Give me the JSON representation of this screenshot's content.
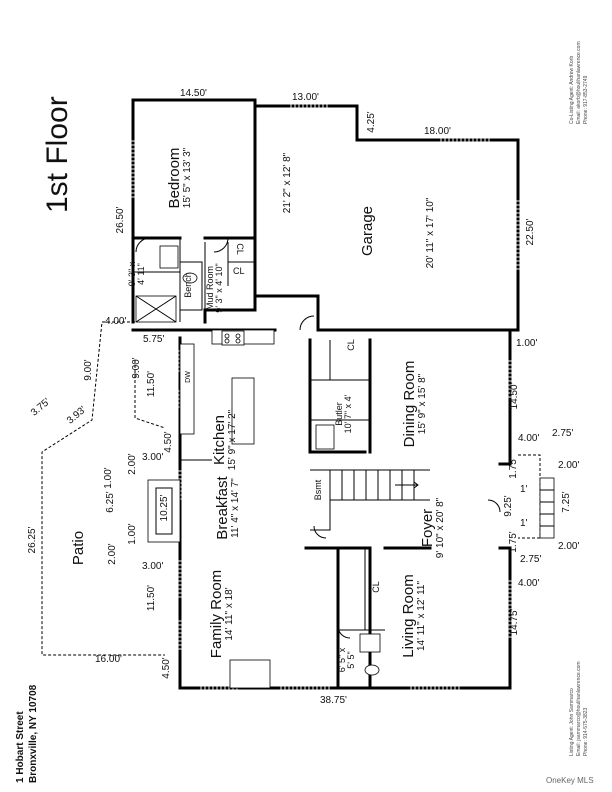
{
  "title": "1st Floor",
  "address": {
    "line1": "1 Hobart Street",
    "line2": "Bronxville, NY 10708"
  },
  "agents": {
    "top": {
      "line1": "Co-Listing Agent: Andrew Korb",
      "line2": "Email: akorb@houlihanlawrence.com",
      "line3": "Phone: 917-853-2749"
    },
    "bottom": {
      "line1": "Listing Agent: John Sammarco",
      "line2": "Email: jsammarco@houlihanlawrence.com",
      "line3": "Phone: 914-575-3823"
    }
  },
  "watermark": "OneKey MLS",
  "rooms": {
    "bedroom": {
      "name": "Bedroom",
      "size": "15' 5\" x 13' 3\""
    },
    "garage": {
      "name": "Garage",
      "size_upper": "21' 2\" x 12' 8\"",
      "size_lower": "20' 11\" x 17' 10\""
    },
    "bath_upper": {
      "size1": "9' 3\" x",
      "size2": "4' 11\""
    },
    "mud_room": {
      "name": "Mud Room",
      "size": "9' 3\" x 4' 10\""
    },
    "bench": "Bench",
    "closet": "CL",
    "closet_rotated": "CL",
    "kitchen": {
      "name": "Kitchen",
      "size": "15' 9\" x 17' 2\""
    },
    "dw": "DW",
    "butler": {
      "name": "Butler",
      "size": "10' 7\" x 4'"
    },
    "dining": {
      "name": "Dining Room",
      "size": "15' 9\" x 15' 8\""
    },
    "breakfast": {
      "name": "Breakfast",
      "size": "11' 4\" x 14' 7\""
    },
    "bsmt": "Bsmt",
    "foyer": {
      "name": "Foyer",
      "size": "9' 10\" x 20' 8\""
    },
    "family": {
      "name": "Family Room",
      "size": "14' 11\" x 18'"
    },
    "living": {
      "name": "Living Room",
      "size": "14' 11\" x 12' 11\""
    },
    "bath_lower": {
      "size1": "6' 5\" x",
      "size2": "5' 5\""
    },
    "patio": "Patio"
  },
  "dimensions": {
    "d_14_50_top": "14.50'",
    "d_13_00": "13.00'",
    "d_4_25": "4.25'",
    "d_18_00": "18.00'",
    "d_26_50": "26.50'",
    "d_22_50": "22.50'",
    "d_4_00_top": "4.00'",
    "d_5_75": "5.75'",
    "d_9_00_a": "9.00'",
    "d_9_00_b": "9.00'",
    "d_1_00_right": "1.00'",
    "d_3_75": "3.75'",
    "d_3_93": "3.93'",
    "d_11_50_top": "11.50'",
    "d_14_50_right": "14.50'",
    "d_4_50": "4.50'",
    "d_3_00_a": "3.00'",
    "d_2_00_a": "2.00'",
    "d_4_00_b": "4.00'",
    "d_2_75_a": "2.75'",
    "d_1_75_a": "1.75'",
    "d_2_00_b": "2.00'",
    "d_1_00_a": "1.00'",
    "d_6_25": "6.25'",
    "d_10_25": "10.25'",
    "d_9_25": "9.25'",
    "d_1_a": "1'",
    "d_1_b": "1'",
    "d_7_25": "7.25'",
    "d_26_25": "26.25'",
    "d_1_00_b": "1.00'",
    "d_2_00_c": "2.00'",
    "d_3_00_b": "3.00'",
    "d_1_75_b": "1.75'",
    "d_2_00_d": "2.00'",
    "d_2_75_b": "2.75'",
    "d_11_50_bottom": "11.50'",
    "d_4_00_c": "4.00'",
    "d_14_75": "14.75'",
    "d_16_00": "16.00'",
    "d_4_50_bottom": "4.50'",
    "d_38_75": "38.75'"
  }
}
